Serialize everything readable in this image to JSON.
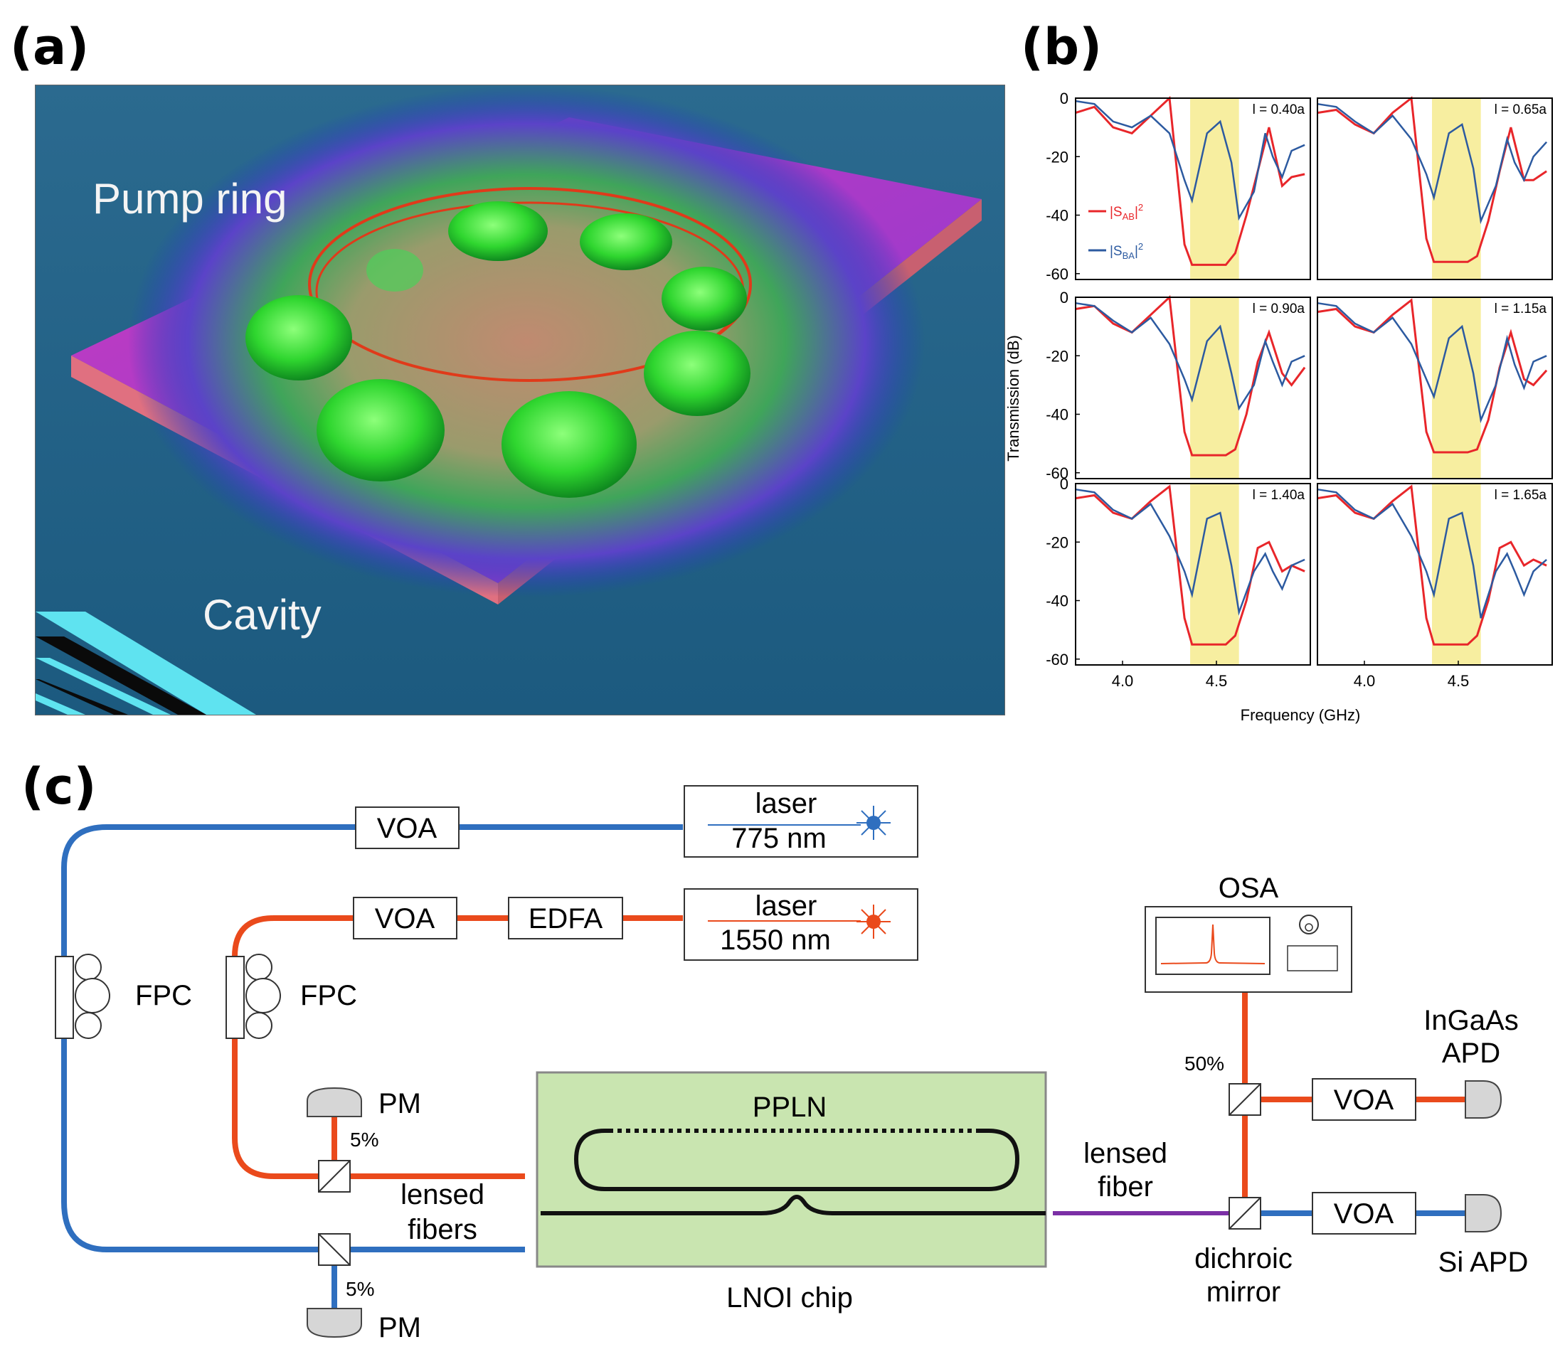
{
  "panel_labels": {
    "a": "(a)",
    "b": "(b)",
    "c": "(c)"
  },
  "panel_a": {
    "pump_ring": "Pump ring",
    "cavity": "Cavity"
  },
  "panel_b": {
    "y_axis_title": "Transmission  (dB)",
    "x_axis_title": "Frequency  (GHz)",
    "y_ticks": [
      "0",
      "-20",
      "-40",
      "-60"
    ],
    "x_ticks": [
      "4.0",
      "4.5"
    ],
    "legend": {
      "sab": "|S",
      "sab_sub": "AB",
      "sba": "|S",
      "sba_sub": "BA",
      "sup": "2"
    },
    "colors": {
      "sab": "#e8262a",
      "sba": "#2c5aa0",
      "band": "#f7eea0"
    }
  },
  "panel_c": {
    "laser_blue": {
      "line1": "laser",
      "line2": "775 nm"
    },
    "laser_red": {
      "line1": "laser",
      "line2": "1550 nm"
    },
    "voa": "VOA",
    "edfa": "EDFA",
    "fpc": "FPC",
    "pm": "PM",
    "pct5": "5%",
    "pct50": "50%",
    "lensed_fibers": [
      "lensed",
      "fibers"
    ],
    "lensed_fiber": [
      "lensed",
      "fiber"
    ],
    "ppln": "PPLN",
    "chip": "LNOI chip",
    "osa": "OSA",
    "ingaas": [
      "InGaAs",
      "APD"
    ],
    "si_apd": "Si APD",
    "dichroic": [
      "dichroic",
      "mirror"
    ],
    "colors": {
      "blue_fiber": "#2f6fbf",
      "red_fiber": "#ea4a1c",
      "purple_fiber": "#7b2fa5",
      "chip_fill": "#c9e5b0"
    }
  },
  "chart_data": {
    "type": "line",
    "title": "",
    "xlabel": "Frequency  (GHz)",
    "ylabel": "Transmission  (dB)",
    "xlim": [
      3.75,
      5.0
    ],
    "ylim": [
      -62,
      0
    ],
    "shaded_band_x": [
      4.36,
      4.62
    ],
    "panels": [
      {
        "label": "l = 0.40a",
        "series": [
          {
            "name": "|S_AB|^2",
            "x": [
              3.75,
              3.85,
              3.95,
              4.05,
              4.15,
              4.25,
              4.33,
              4.37,
              4.45,
              4.55,
              4.6,
              4.66,
              4.72,
              4.78,
              4.85,
              4.9,
              4.97
            ],
            "y": [
              -5,
              -3,
              -10,
              -12,
              -6,
              0,
              -50,
              -57,
              -57,
              -57,
              -53,
              -40,
              -25,
              -10,
              -30,
              -27,
              -26
            ]
          },
          {
            "name": "|S_BA|^2",
            "x": [
              3.75,
              3.85,
              3.95,
              4.05,
              4.15,
              4.25,
              4.33,
              4.37,
              4.45,
              4.52,
              4.58,
              4.62,
              4.7,
              4.76,
              4.8,
              4.85,
              4.9,
              4.97
            ],
            "y": [
              -1,
              -2,
              -8,
              -10,
              -6,
              -12,
              -28,
              -35,
              -12,
              -8,
              -22,
              -41,
              -32,
              -12,
              -20,
              -27,
              -18,
              -16
            ]
          }
        ]
      },
      {
        "label": "l = 0.65a",
        "series": [
          {
            "name": "|S_AB|^2",
            "x": [
              3.75,
              3.85,
              3.95,
              4.05,
              4.15,
              4.25,
              4.33,
              4.37,
              4.45,
              4.55,
              4.6,
              4.66,
              4.72,
              4.78,
              4.85,
              4.9,
              4.97
            ],
            "y": [
              -5,
              -4,
              -9,
              -12,
              -5,
              0,
              -48,
              -56,
              -56,
              -56,
              -54,
              -42,
              -25,
              -10,
              -28,
              -28,
              -25
            ]
          },
          {
            "name": "|S_BA|^2",
            "x": [
              3.75,
              3.85,
              3.95,
              4.05,
              4.15,
              4.25,
              4.33,
              4.37,
              4.45,
              4.52,
              4.58,
              4.62,
              4.7,
              4.76,
              4.8,
              4.85,
              4.9,
              4.97
            ],
            "y": [
              -2,
              -3,
              -8,
              -12,
              -6,
              -14,
              -26,
              -34,
              -12,
              -9,
              -24,
              -42,
              -30,
              -14,
              -22,
              -28,
              -20,
              -15
            ]
          }
        ]
      },
      {
        "label": "l = 0.90a",
        "series": [
          {
            "name": "|S_AB|^2",
            "x": [
              3.75,
              3.85,
              3.95,
              4.05,
              4.15,
              4.25,
              4.33,
              4.37,
              4.45,
              4.55,
              4.6,
              4.66,
              4.72,
              4.78,
              4.85,
              4.9,
              4.97
            ],
            "y": [
              -4,
              -3,
              -9,
              -12,
              -6,
              0,
              -46,
              -54,
              -54,
              -54,
              -52,
              -40,
              -22,
              -12,
              -26,
              -30,
              -24
            ]
          },
          {
            "name": "|S_BA|^2",
            "x": [
              3.75,
              3.85,
              3.95,
              4.05,
              4.15,
              4.25,
              4.33,
              4.37,
              4.45,
              4.52,
              4.58,
              4.62,
              4.7,
              4.76,
              4.8,
              4.85,
              4.9,
              4.97
            ],
            "y": [
              -2,
              -3,
              -8,
              -12,
              -7,
              -16,
              -28,
              -35,
              -15,
              -10,
              -26,
              -38,
              -30,
              -15,
              -22,
              -30,
              -22,
              -20
            ]
          }
        ]
      },
      {
        "label": "l = 1.15a",
        "series": [
          {
            "name": "|S_AB|^2",
            "x": [
              3.75,
              3.85,
              3.95,
              4.05,
              4.15,
              4.25,
              4.33,
              4.37,
              4.45,
              4.55,
              4.6,
              4.66,
              4.72,
              4.78,
              4.85,
              4.9,
              4.97
            ],
            "y": [
              -5,
              -4,
              -10,
              -12,
              -6,
              -1,
              -46,
              -53,
              -53,
              -53,
              -52,
              -42,
              -24,
              -12,
              -28,
              -30,
              -25
            ]
          },
          {
            "name": "|S_BA|^2",
            "x": [
              3.75,
              3.85,
              3.95,
              4.05,
              4.15,
              4.25,
              4.33,
              4.37,
              4.45,
              4.52,
              4.58,
              4.62,
              4.7,
              4.76,
              4.8,
              4.85,
              4.9,
              4.97
            ],
            "y": [
              -2,
              -3,
              -9,
              -12,
              -7,
              -16,
              -28,
              -34,
              -14,
              -10,
              -26,
              -42,
              -30,
              -14,
              -23,
              -31,
              -22,
              -20
            ]
          }
        ]
      },
      {
        "label": "l = 1.40a",
        "series": [
          {
            "name": "|S_AB|^2",
            "x": [
              3.75,
              3.85,
              3.95,
              4.05,
              4.15,
              4.25,
              4.33,
              4.37,
              4.45,
              4.55,
              4.6,
              4.66,
              4.72,
              4.78,
              4.85,
              4.9,
              4.97
            ],
            "y": [
              -5,
              -4,
              -10,
              -12,
              -6,
              -1,
              -46,
              -55,
              -55,
              -55,
              -52,
              -40,
              -22,
              -20,
              -30,
              -28,
              -30
            ]
          },
          {
            "name": "|S_BA|^2",
            "x": [
              3.75,
              3.85,
              3.95,
              4.05,
              4.15,
              4.25,
              4.33,
              4.37,
              4.45,
              4.52,
              4.58,
              4.62,
              4.7,
              4.76,
              4.8,
              4.85,
              4.9,
              4.97
            ],
            "y": [
              -2,
              -3,
              -9,
              -12,
              -7,
              -18,
              -30,
              -38,
              -12,
              -10,
              -28,
              -44,
              -30,
              -24,
              -30,
              -36,
              -28,
              -26
            ]
          }
        ]
      },
      {
        "label": "l = 1.65a",
        "series": [
          {
            "name": "|S_AB|^2",
            "x": [
              3.75,
              3.85,
              3.95,
              4.05,
              4.15,
              4.25,
              4.33,
              4.37,
              4.45,
              4.55,
              4.6,
              4.66,
              4.72,
              4.78,
              4.85,
              4.9,
              4.97
            ],
            "y": [
              -5,
              -4,
              -10,
              -12,
              -6,
              -1,
              -46,
              -55,
              -55,
              -55,
              -52,
              -40,
              -22,
              -20,
              -28,
              -26,
              -28
            ]
          },
          {
            "name": "|S_BA|^2",
            "x": [
              3.75,
              3.85,
              3.95,
              4.05,
              4.15,
              4.25,
              4.33,
              4.37,
              4.45,
              4.52,
              4.58,
              4.62,
              4.7,
              4.76,
              4.8,
              4.85,
              4.9,
              4.97
            ],
            "y": [
              -2,
              -3,
              -9,
              -12,
              -7,
              -18,
              -30,
              -38,
              -12,
              -10,
              -28,
              -46,
              -30,
              -24,
              -30,
              -38,
              -30,
              -26
            ]
          }
        ]
      }
    ]
  }
}
